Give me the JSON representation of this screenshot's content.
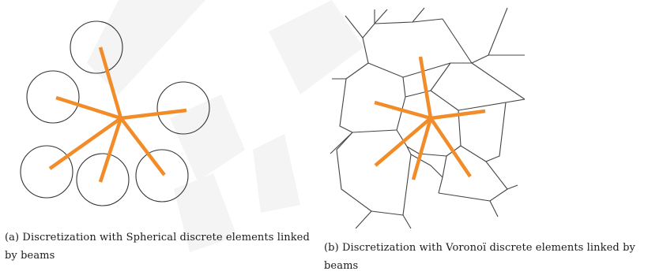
{
  "figure": {
    "panel_a": {
      "caption": "(a) Discretization with Spherical discrete elements linked by beams",
      "element_type": "spherical-discrete-element",
      "element_count": 6
    },
    "panel_b": {
      "caption": "(b) Discretization with Voronoï discrete elements linked by beams",
      "element_type": "voronoi-cell"
    },
    "colors": {
      "beam": "#f28c28",
      "outline": "#333333",
      "watermark": "#f5f5f5"
    }
  }
}
